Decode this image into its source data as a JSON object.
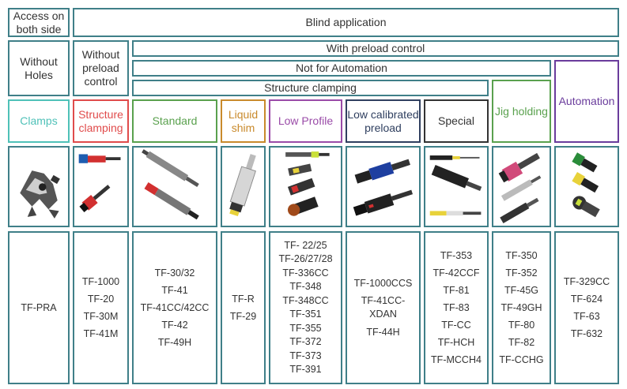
{
  "headers": {
    "access_both_sides": "Access on both side",
    "blind_application": "Blind application",
    "without_holes": "Without Holes",
    "without_preload": "Without preload control",
    "with_preload": "With preload control",
    "not_automation": "Not for Automation",
    "structure_clamping": "Structure clamping"
  },
  "categories": [
    {
      "label": "Clamps",
      "color": "#4fc1b8"
    },
    {
      "label": "Structure clamping",
      "color": "#e04b4b"
    },
    {
      "label": "Standard",
      "color": "#5aa14e"
    },
    {
      "label": "Liquid shim",
      "color": "#c98a2c"
    },
    {
      "label": "Low Profile",
      "color": "#9a4ba8"
    },
    {
      "label": "Low calibrated preload",
      "color": "#2f3f5f"
    },
    {
      "label": "Special",
      "color": "#333333"
    },
    {
      "label": "Jig holding",
      "color": "#5aa14e"
    },
    {
      "label": "Automation",
      "color": "#6a3c9c"
    }
  ],
  "models": [
    [
      "TF-PRA"
    ],
    [
      "TF-1000",
      "TF-20",
      "TF-30M",
      "TF-41M"
    ],
    [
      "TF-30/32",
      "TF-41",
      "TF-41CC/42CC",
      "TF-42",
      "TF-49H"
    ],
    [
      "TF-R",
      "TF-29"
    ],
    [
      "TF- 22/25",
      "TF-26/27/28",
      "TF-336CC",
      "TF-348",
      "TF-348CC",
      "TF-351",
      "TF-355",
      "TF-372",
      "TF-373",
      "TF-391"
    ],
    [
      "TF-1000CCS",
      "TF-41CC-XDAN",
      "TF-44H"
    ],
    [
      "TF-353",
      "TF-42CCF",
      "TF-81",
      "TF-83",
      "TF-CC",
      "TF-HCH",
      "TF-MCCH4"
    ],
    [
      "TF-350",
      "TF-352",
      "TF-45G",
      "TF-49GH",
      "TF-80",
      "TF-82",
      "TF-CCHG"
    ],
    [
      "TF-329CC",
      "TF-624",
      "TF-63",
      "TF-632"
    ]
  ],
  "images": [
    "clamp-tool-icon",
    "structure-clamp-icon",
    "standard-fastener-icon",
    "liquid-shim-icon",
    "low-profile-icon",
    "low-preload-icon",
    "special-fastener-icon",
    "jig-holding-icon",
    "automation-fastener-icon"
  ]
}
